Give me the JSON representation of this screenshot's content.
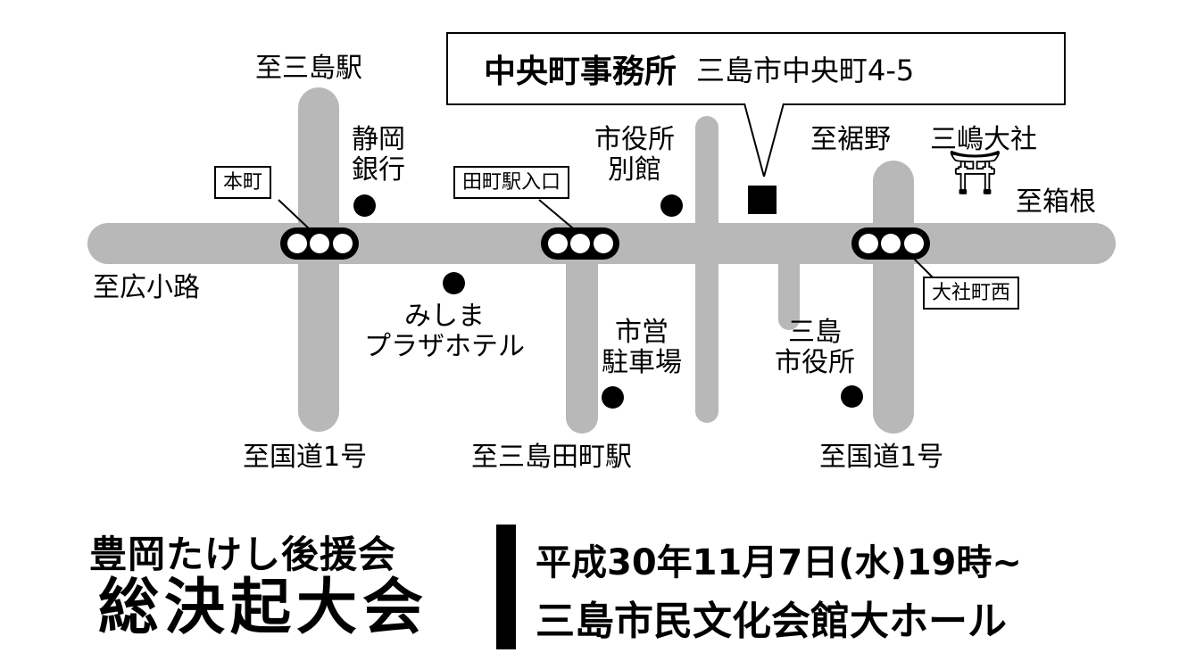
{
  "office": {
    "name": "中央町事務所",
    "address": "三島市中央町4-5"
  },
  "directions": {
    "mishima_station": "至三島駅",
    "hirokoji": "至広小路",
    "route1_left": "至国道1号",
    "mishima_tamachi": "至三島田町駅",
    "route1_right": "至国道1号",
    "susono": "至裾野",
    "hakone": "至箱根"
  },
  "landmarks": {
    "shizuoka_bank": [
      "静岡",
      "銀行"
    ],
    "city_annex": [
      "市役所",
      "別館"
    ],
    "mishima_plaza": [
      "みしま",
      "プラザホテル"
    ],
    "city_parking": [
      "市営",
      "駐車場"
    ],
    "city_hall": [
      "三島",
      "市役所"
    ],
    "shrine": "三嶋大社",
    "shrine_symbol": "⛩"
  },
  "intersections": {
    "honcho": "本町",
    "tamachi_entrance": "田町駅入口",
    "taishacho_nishi": "大社町西"
  },
  "event": {
    "org": "豊岡たけし後援会",
    "name": "総決起大会",
    "datetime": "平成30年11月7日(水)19時~",
    "venue": "三島市民文化会館大ホール"
  }
}
